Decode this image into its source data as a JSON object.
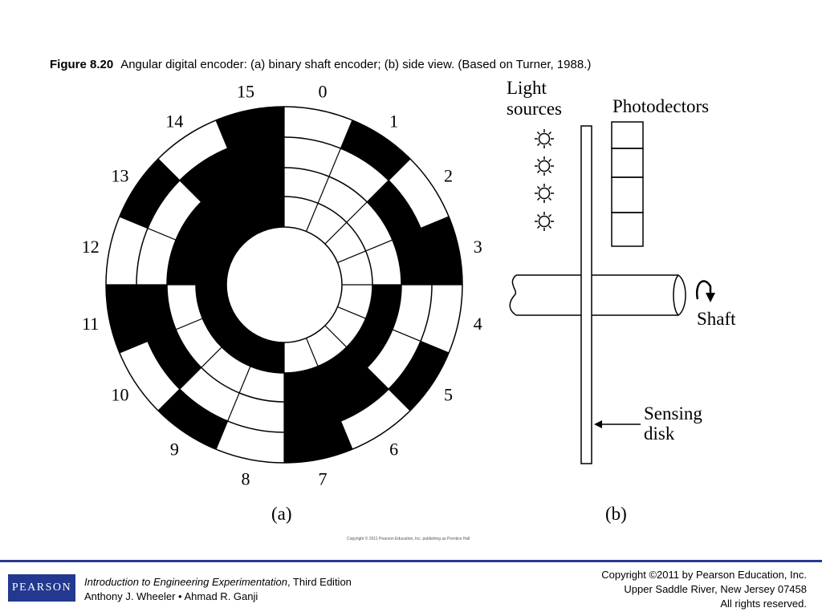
{
  "caption": {
    "label": "Figure 8.20",
    "text": "Angular digital encoder: (a) binary shaft encoder; (b) side view. (Based on Turner, 1988.)"
  },
  "figure": {
    "encoder_sectors": [
      "0",
      "1",
      "2",
      "3",
      "4",
      "5",
      "6",
      "7",
      "8",
      "9",
      "10",
      "11",
      "12",
      "13",
      "14",
      "15"
    ],
    "part_a_label": "(a)",
    "part_b_label": "(b)",
    "light_sources_label": [
      "Light",
      "sources"
    ],
    "photodetectors_label": "Photodectors",
    "shaft_label": "Shaft",
    "sensing_disk_label": [
      "Sensing",
      "disk"
    ],
    "icons": [
      "light-source-icon",
      "rotation-arrow-icon"
    ],
    "copyright_note": "Copyright © 2011 Pearson Education, Inc. publishing as Prentice Hall"
  },
  "footer": {
    "logo_text": "PEARSON",
    "book_title": "Introduction to Engineering Experimentation",
    "book_edition": ", Third Edition",
    "authors": "Anthony J. Wheeler • Ahmad R. Ganji",
    "copyright_line1": "Copyright ©2011 by Pearson Education, Inc.",
    "copyright_line2": "Upper Saddle River, New Jersey 07458",
    "copyright_line3": "All rights reserved.",
    "accent_color": "#23398f"
  }
}
